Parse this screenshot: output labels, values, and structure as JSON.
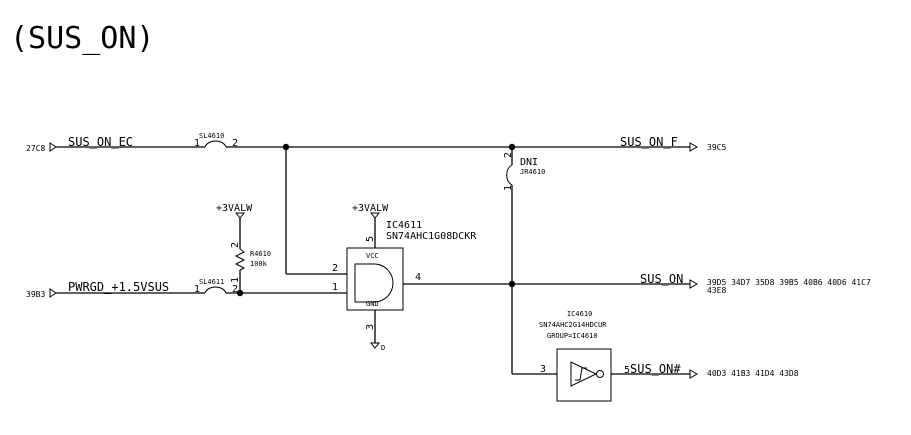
{
  "title": "(SUS_ON)",
  "nets": {
    "sus_on_ec": "SUS_ON_EC",
    "sus_on_ec_ref": "27C8",
    "pwrgd": "PWRGD_+1.5VSUS",
    "pwrgd_ref": "39B3",
    "sus_on_f": "SUS_ON_F",
    "sus_on_f_ref": "39C5",
    "sus_on": "SUS_ON",
    "sus_on_refs_1": "39D5 34D7 35D8 39B5 40B6 40D6 41C7",
    "sus_on_refs_2": "43E8",
    "sus_on_n": "SUS_ON#",
    "sus_on_n_refs": "40D3 41B3 41D4 43D8"
  },
  "power": {
    "valw_left": "+3VALW",
    "valw_ic": "+3VALW"
  },
  "components": {
    "sl4610": {
      "ref": "SL4610",
      "pin1": "1",
      "pin2": "2"
    },
    "sl4611": {
      "ref": "SL4611",
      "pin1": "1",
      "pin2": "2"
    },
    "r4610": {
      "ref": "R4610",
      "value": "100k",
      "pin1": "1",
      "pin2": "2"
    },
    "jr4610": {
      "dni": "DNI",
      "ref": "JR4610",
      "pin1": "1",
      "pin2": "2"
    },
    "ic4611": {
      "ref": "IC4611",
      "part": "SN74AHC1G08DCKR",
      "vcc": "VCC",
      "gnd": "GND",
      "pin_in2": "2",
      "pin_in1": "1",
      "pin_out": "4",
      "pin_vcc": "5",
      "pin_gnd": "3"
    },
    "ic4610": {
      "ref": "IC4610",
      "part": "SN74AHC2G14HDCUR",
      "group": "GROUP=IC4610",
      "pin_in": "3",
      "pin_out": "5"
    },
    "gnd_symbol": {
      "label": "D"
    }
  },
  "colors": {
    "ink": "#000000",
    "paper": "#ffffff"
  }
}
